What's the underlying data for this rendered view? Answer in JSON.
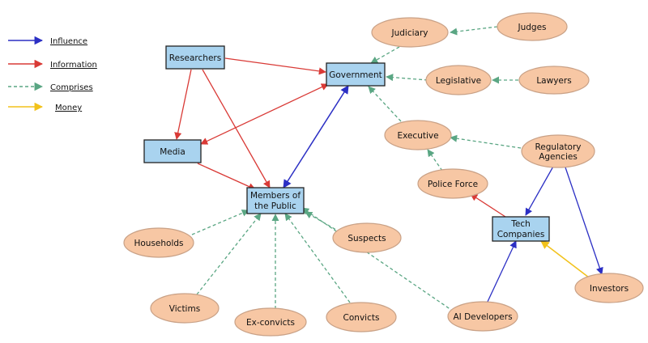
{
  "colors": {
    "influence": "#2b2fc4",
    "information": "#d93a36",
    "comprises": "#5aa683",
    "money": "#f2c21b",
    "box_fill": "#a9d3ef",
    "ellipse_fill": "#f7c7a4",
    "ellipse_stroke": "#c9a186"
  },
  "legend": {
    "influence": "Influence",
    "information": "Information",
    "comprises": "Comprises",
    "money": "Money"
  },
  "nodes": {
    "researchers": "Researchers",
    "government": "Government",
    "media": "Media",
    "public": [
      "Members of",
      "the Public"
    ],
    "tech": [
      "Tech",
      "Companies"
    ],
    "judiciary": "Judiciary",
    "judges": "Judges",
    "legislative": "Legislative",
    "lawyers": "Lawyers",
    "executive": "Executive",
    "regulatory": [
      "Regulatory",
      "Agencies"
    ],
    "police": "Police Force",
    "households": "Households",
    "suspects": "Suspects",
    "victims": "Victims",
    "exconvicts": "Ex-convicts",
    "convicts": "Convicts",
    "ai_devs": "AI Developers",
    "investors": "Investors"
  }
}
